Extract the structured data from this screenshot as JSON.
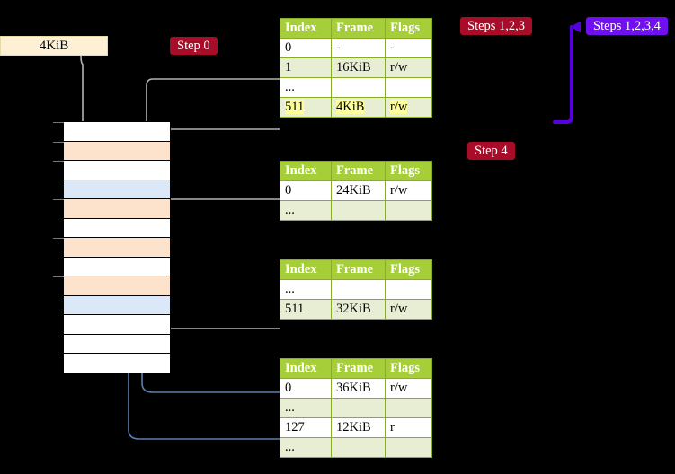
{
  "labels": {
    "size_box": "4KiB",
    "step0": "Step 0",
    "step4": "Step 4",
    "steps123": "Steps 1,2,3",
    "steps1234": "Steps 1,2,3,4"
  },
  "colors": {
    "table_header": "#a6ce39",
    "table_alt_row": "#e8eed4",
    "highlight": "#ffff99",
    "badge_red": "#a80c28",
    "badge_purple": "#7010f0",
    "mem_orange": "#fde3cc",
    "mem_blue": "#dbe8f7",
    "size_box": "#fdf0d5",
    "connector_gray": "#b3b3b3",
    "connector_blue": "#5b7fae",
    "arrow_purple": "#5500dd"
  },
  "tables": [
    {
      "name": "page-table-level-0",
      "headers": [
        "Index",
        "Frame",
        "Flags"
      ],
      "rows": [
        {
          "cells": [
            "0",
            "-",
            "-"
          ],
          "style": "plain",
          "highlight": false
        },
        {
          "cells": [
            "1",
            "16KiB",
            "r/w"
          ],
          "style": "alt",
          "highlight": false
        },
        {
          "cells": [
            "...",
            "",
            ""
          ],
          "style": "plain",
          "highlight": false
        },
        {
          "cells": [
            "511",
            "4KiB",
            "r/w"
          ],
          "style": "alt",
          "highlight": true
        }
      ]
    },
    {
      "name": "page-table-level-1",
      "headers": [
        "Index",
        "Frame",
        "Flags"
      ],
      "rows": [
        {
          "cells": [
            "0",
            "24KiB",
            "r/w"
          ],
          "style": "plain",
          "highlight": false
        },
        {
          "cells": [
            "...",
            "",
            ""
          ],
          "style": "alt",
          "highlight": false
        }
      ]
    },
    {
      "name": "page-table-level-2",
      "headers": [
        "Index",
        "Frame",
        "Flags"
      ],
      "rows": [
        {
          "cells": [
            "...",
            "",
            ""
          ],
          "style": "plain",
          "highlight": false
        },
        {
          "cells": [
            "511",
            "32KiB",
            "r/w"
          ],
          "style": "alt",
          "highlight": false
        }
      ]
    },
    {
      "name": "page-table-level-3",
      "headers": [
        "Index",
        "Frame",
        "Flags"
      ],
      "rows": [
        {
          "cells": [
            "0",
            "36KiB",
            "r/w"
          ],
          "style": "plain",
          "highlight": false
        },
        {
          "cells": [
            "...",
            "",
            ""
          ],
          "style": "alt",
          "highlight": false
        },
        {
          "cells": [
            "127",
            "12KiB",
            "r"
          ],
          "style": "plain",
          "highlight": false
        },
        {
          "cells": [
            "...",
            "",
            ""
          ],
          "style": "alt",
          "highlight": false
        }
      ]
    }
  ],
  "memory_column": {
    "name": "physical-memory-frames",
    "rows": [
      {
        "fill": "white",
        "tick": true
      },
      {
        "fill": "orange",
        "tick": true
      },
      {
        "fill": "white",
        "tick": true
      },
      {
        "fill": "blue",
        "tick": false
      },
      {
        "fill": "orange",
        "tick": true
      },
      {
        "fill": "white",
        "tick": false
      },
      {
        "fill": "orange",
        "tick": true
      },
      {
        "fill": "white",
        "tick": false
      },
      {
        "fill": "orange",
        "tick": true
      },
      {
        "fill": "blue",
        "tick": false
      },
      {
        "fill": "white",
        "tick": false
      },
      {
        "fill": "white",
        "tick": false
      },
      {
        "fill": "white",
        "tick": false
      }
    ]
  }
}
